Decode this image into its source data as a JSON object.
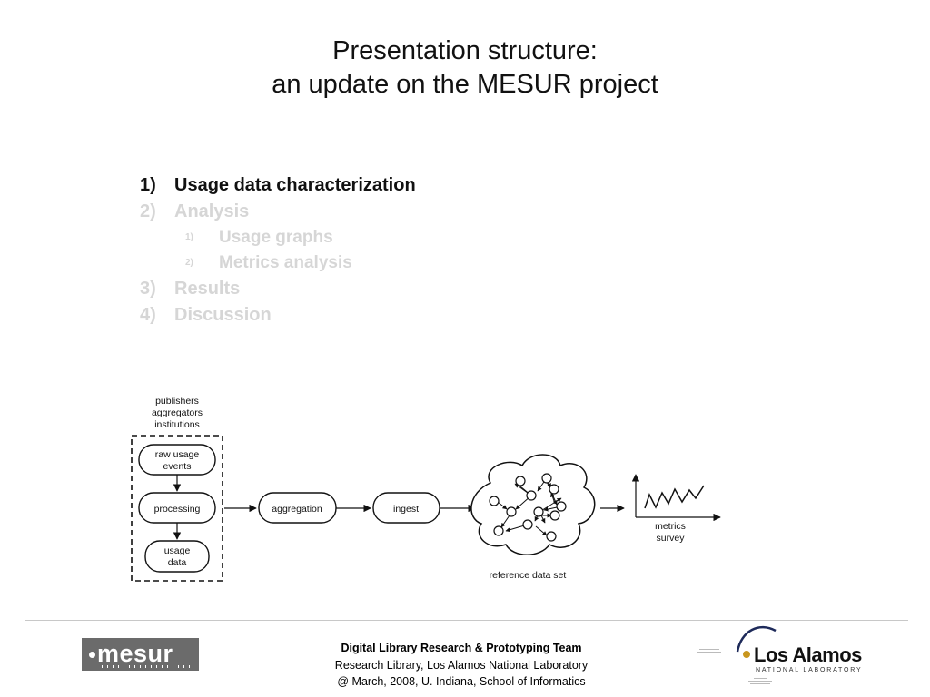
{
  "title": {
    "line1": "Presentation structure:",
    "line2": "an update on the MESUR project"
  },
  "agenda": [
    {
      "num": "1)",
      "label": "Usage data characterization",
      "level": 1,
      "active": true
    },
    {
      "num": "2)",
      "label": "Analysis",
      "level": 1,
      "active": false
    },
    {
      "num": "1)",
      "label": "Usage graphs",
      "level": 2,
      "active": false
    },
    {
      "num": "2)",
      "label": "Metrics analysis",
      "level": 2,
      "active": false
    },
    {
      "num": "3)",
      "label": "Results",
      "level": 1,
      "active": false
    },
    {
      "num": "4)",
      "label": "Discussion",
      "level": 1,
      "active": false
    }
  ],
  "diagram": {
    "sources": [
      "publishers",
      "aggregators",
      "institutions"
    ],
    "raw_usage_events": [
      "raw usage",
      "events"
    ],
    "processing": "processing",
    "usage_data": [
      "usage",
      "data"
    ],
    "aggregation": "aggregation",
    "ingest": "ingest",
    "reference_data_set": "reference data set",
    "metrics_survey": [
      "metrics",
      "survey"
    ]
  },
  "footer": {
    "team": "Digital Library Research & Prototyping Team",
    "org": "Research Library, Los Alamos National Laboratory",
    "event": "@ March, 2008, U. Indiana, School of Informatics"
  },
  "logos": {
    "mesur": "mesur",
    "lanl_name": "Los Alamos",
    "lanl_sub": "NATIONAL LABORATORY"
  },
  "colors": {
    "active_text": "#111111",
    "inactive_text": "#d6d6d6",
    "mesur_logo_bg": "#6b6b6b",
    "lanl_dot": "#c8961e"
  }
}
